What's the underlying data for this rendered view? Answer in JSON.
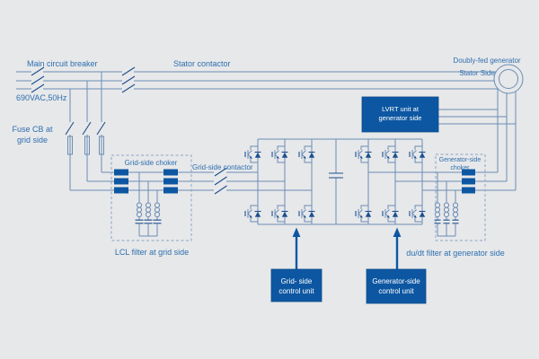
{
  "colors": {
    "bg": "#e7e8ea",
    "line": "#6b8db4",
    "dark": "#1c4f8e",
    "box": "#0d57a2",
    "label": "#2e6eae",
    "dashed": "#8aa4c4",
    "white": "#ffffff"
  },
  "labels": {
    "main_breaker": "Main circuit breaker",
    "stator_contactor": "Stator contactor",
    "voltage": "690VAC,50Hz",
    "fuse_line1": "Fuse CB at",
    "fuse_line2": "grid side",
    "grid_choker": "Grid-side choker",
    "grid_contactor": "Grid-side contactor",
    "lcl_filter": "LCL filter at grid side",
    "dudt_filter": "du/dt filter at generator side",
    "generator_line1": "Doubly-fed generator",
    "generator_line2": "Stator Side",
    "gen_choker_line1": "Generator-side",
    "gen_choker_line2": "choker"
  },
  "boxes": {
    "lvrt": {
      "line1": "LVRT unit at",
      "line2": "generator side"
    },
    "grid_control": {
      "line1": "Grid- side",
      "line2": "control unit"
    },
    "gen_control": {
      "line1": "Generator-side",
      "line2": "control unit"
    }
  }
}
